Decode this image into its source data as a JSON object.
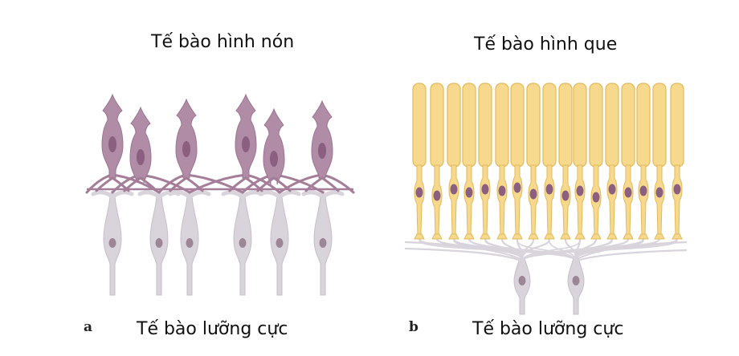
{
  "panel_a": {
    "title": "Tế bào hình nón",
    "letter": "a",
    "caption": "Tế bào lưỡng cực",
    "cone_count": 6,
    "bipolar_count": 6,
    "cone_color": "#b18ca6",
    "cone_nucleus_color": "#8a5f7f",
    "bipolar_color": "#d9d3dc",
    "bipolar_nucleus_color": "#9c8696"
  },
  "panel_b": {
    "title": "Tế bào hình que",
    "letter": "b",
    "caption": "Tế bào lưỡng cực",
    "rod_count": 17,
    "bipolar_count": 2,
    "rod_color": "#f7d98e",
    "rod_outline_color": "#e2b95a",
    "rod_nucleus_color": "#8a5f7f",
    "bipolar_color": "#d9d3dc",
    "bipolar_nucleus_color": "#9c8696"
  }
}
